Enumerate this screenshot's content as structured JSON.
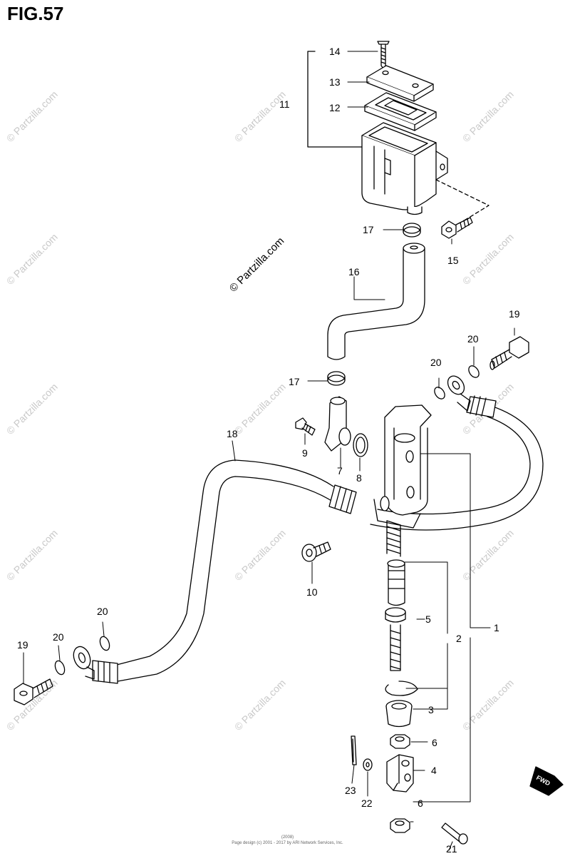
{
  "figure": {
    "title": "FIG.57"
  },
  "watermark": {
    "text": "© Partzilla.com"
  },
  "fwd_badge": "FWD",
  "footer": {
    "line1": "(2008)",
    "line2": "Page design (c) 2001 - 2017 by ARI Network Services, Inc."
  },
  "callouts": [
    {
      "id": "c14",
      "text": "14"
    },
    {
      "id": "c13",
      "text": "13"
    },
    {
      "id": "c11",
      "text": "11"
    },
    {
      "id": "c12",
      "text": "12"
    },
    {
      "id": "c17a",
      "text": "17"
    },
    {
      "id": "c15",
      "text": "15"
    },
    {
      "id": "c16",
      "text": "16"
    },
    {
      "id": "c19a",
      "text": "19"
    },
    {
      "id": "c20a",
      "text": "20"
    },
    {
      "id": "c20b",
      "text": "20"
    },
    {
      "id": "c17b",
      "text": "17"
    },
    {
      "id": "c18",
      "text": "18"
    },
    {
      "id": "c9",
      "text": "9"
    },
    {
      "id": "c7",
      "text": "7"
    },
    {
      "id": "c8",
      "text": "8"
    },
    {
      "id": "c10",
      "text": "10"
    },
    {
      "id": "c20c",
      "text": "20"
    },
    {
      "id": "c5",
      "text": "5"
    },
    {
      "id": "c2",
      "text": "2"
    },
    {
      "id": "c1",
      "text": "1"
    },
    {
      "id": "c19b",
      "text": "19"
    },
    {
      "id": "c20d",
      "text": "20"
    },
    {
      "id": "c3",
      "text": "3"
    },
    {
      "id": "c6a",
      "text": "6"
    },
    {
      "id": "c4",
      "text": "4"
    },
    {
      "id": "c23",
      "text": "23"
    },
    {
      "id": "c22",
      "text": "22"
    },
    {
      "id": "c6b",
      "text": "6"
    },
    {
      "id": "c21",
      "text": "21"
    }
  ]
}
